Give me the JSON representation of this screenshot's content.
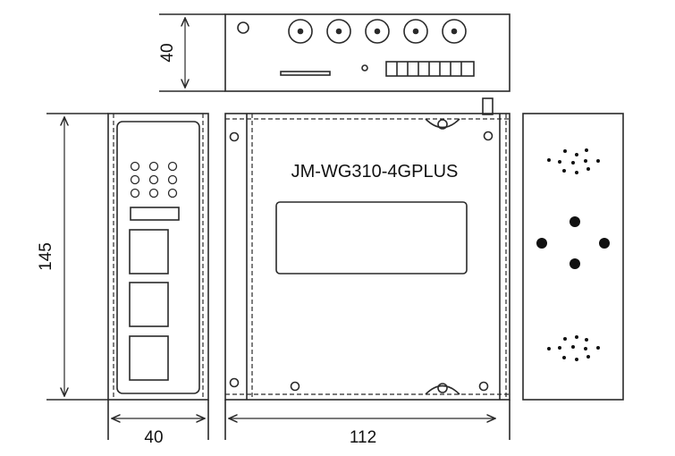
{
  "dimensions": {
    "top_view_height": "40",
    "front_height": "145",
    "front_width": "40",
    "side_width": "112"
  },
  "device": {
    "model": "JM-WG310-4GPLUS"
  },
  "colors": {
    "line": "#2a2a2a",
    "fill": "#ffffff",
    "dark": "#111111"
  }
}
